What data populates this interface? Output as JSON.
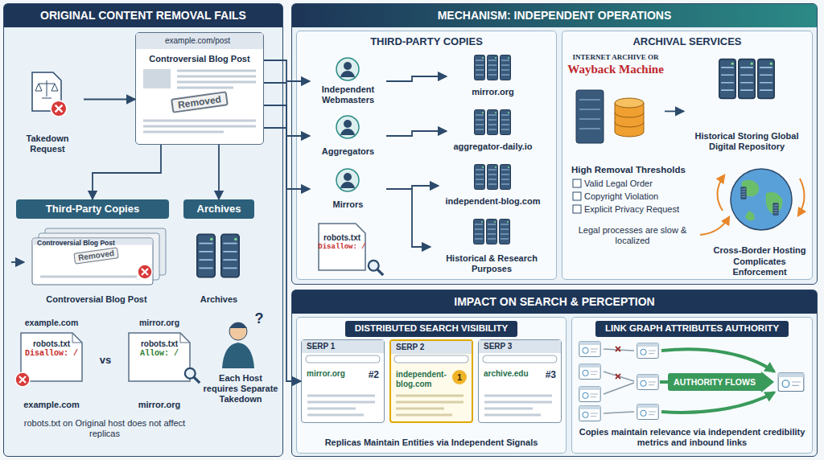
{
  "diagram": {
    "nodes": [
      {
        "text": [
          "ORIGINAL CONTENT REMOVAL FAILS"
        ]
      },
      {
        "text": [
          "Takedown Request"
        ],
        "in": 0
      },
      {
        "text": [
          "example.com/post",
          "Controversial Blog Post",
          "Removed"
        ],
        "in": 0
      },
      {
        "text": [
          "Third-Party Copies"
        ],
        "in": 0
      },
      {
        "text": [
          "Archives"
        ],
        "in": 0
      },
      {
        "text": [
          "Controversial Blog Post",
          "Removed",
          "Controversial Blog Post"
        ],
        "in": 0
      },
      {
        "text": [
          "Archives"
        ],
        "in": 0
      },
      {
        "text": [
          "example.com",
          "robots.txt",
          "Disallow: /",
          "example.com"
        ],
        "in": 0
      },
      {
        "text": [
          "mirror.org",
          "robots.txt",
          "Allow: /",
          "mirror.org"
        ],
        "in": 0
      },
      {
        "text": [
          "MECHANISM: INDEPENDENT OPERATIONS"
        ]
      },
      {
        "text": [
          "THIRD-PARTY COPIES"
        ],
        "in": 9
      },
      {
        "text": [
          "Independent Webmasters"
        ],
        "in": 10
      },
      {
        "text": [
          "Aggregators"
        ],
        "in": 10
      },
      {
        "text": [
          "Mirrors"
        ],
        "in": 10
      },
      {
        "text": [
          "mirror.org"
        ],
        "in": 10
      },
      {
        "text": [
          "aggregator-daily.io"
        ],
        "in": 10
      },
      {
        "text": [
          "independent-blog.com"
        ],
        "in": 10
      },
      {
        "text": [
          "Historical & Research Purposes"
        ],
        "in": 10
      },
      {
        "text": [
          "robots.txt",
          "Disallow: /"
        ],
        "in": 10
      },
      {
        "text": [
          "ARCHIVAL SERVICES"
        ],
        "in": 9
      },
      {
        "text": [
          "INTERNET ARCHIVE OR",
          "Wayback Machine"
        ],
        "in": 19
      },
      {
        "text": [
          "Historical Storing Global Digital Repository"
        ],
        "in": 19
      },
      {
        "text": [
          "High Removal Thresholds",
          "Valid Legal Order",
          "Copyright Violation",
          "Explicit Privacy Request"
        ],
        "in": 19
      },
      {
        "text": [
          "Cross-Border Hosting Complicates Enforcement"
        ],
        "in": 19
      },
      {
        "text": [
          "IMPACT ON SEARCH & PERCEPTION"
        ]
      },
      {
        "text": [
          "DISTRIBUTED SEARCH VISIBILITY",
          "Replicas Maintain Entities via Independent Signals"
        ],
        "in": 24
      },
      {
        "text": [
          "SERP 1",
          "mirror.org",
          "#2"
        ],
        "in": 25
      },
      {
        "text": [
          "SERP 2",
          "independent-blog.com",
          "1"
        ],
        "in": 25
      },
      {
        "text": [
          "SERP 3",
          "archive.edu",
          "#3"
        ],
        "in": 25
      },
      {
        "text": [
          "LINK GRAPH ATTRIBUTES AUTHORITY",
          "Copies maintain relevance via independent credibility metrics and inbound links"
        ],
        "in": 24
      },
      {
        "text": [
          "AUTHORITY FLOWS"
        ],
        "in": 29
      }
    ],
    "edges": [
      {
        "from": 1,
        "to": 2,
        "arrow": "to"
      },
      {
        "from": 2,
        "to": 3,
        "arrow": "to"
      },
      {
        "from": 2,
        "to": 4,
        "arrow": "to"
      },
      {
        "from": 2,
        "to": 11,
        "arrow": "to"
      },
      {
        "from": 2,
        "to": 12,
        "arrow": "to"
      },
      {
        "from": 2,
        "to": 13,
        "arrow": "to"
      },
      {
        "from": 2,
        "to": 26,
        "arrow": "to"
      },
      {
        "from": 11,
        "to": 14,
        "arrow": "to"
      },
      {
        "from": 12,
        "to": 15,
        "arrow": "to"
      },
      {
        "from": 13,
        "to": 16,
        "arrow": "to"
      },
      {
        "from": 13,
        "to": 17,
        "arrow": "to"
      },
      {
        "from": 20,
        "to": 21,
        "arrow": "to"
      }
    ],
    "labels": [
      "vs",
      "?",
      "robots.txt on Original host does not affect replicas",
      "Each Host requires Separate Takedown",
      "Legal processes are slow & localized"
    ]
  }
}
